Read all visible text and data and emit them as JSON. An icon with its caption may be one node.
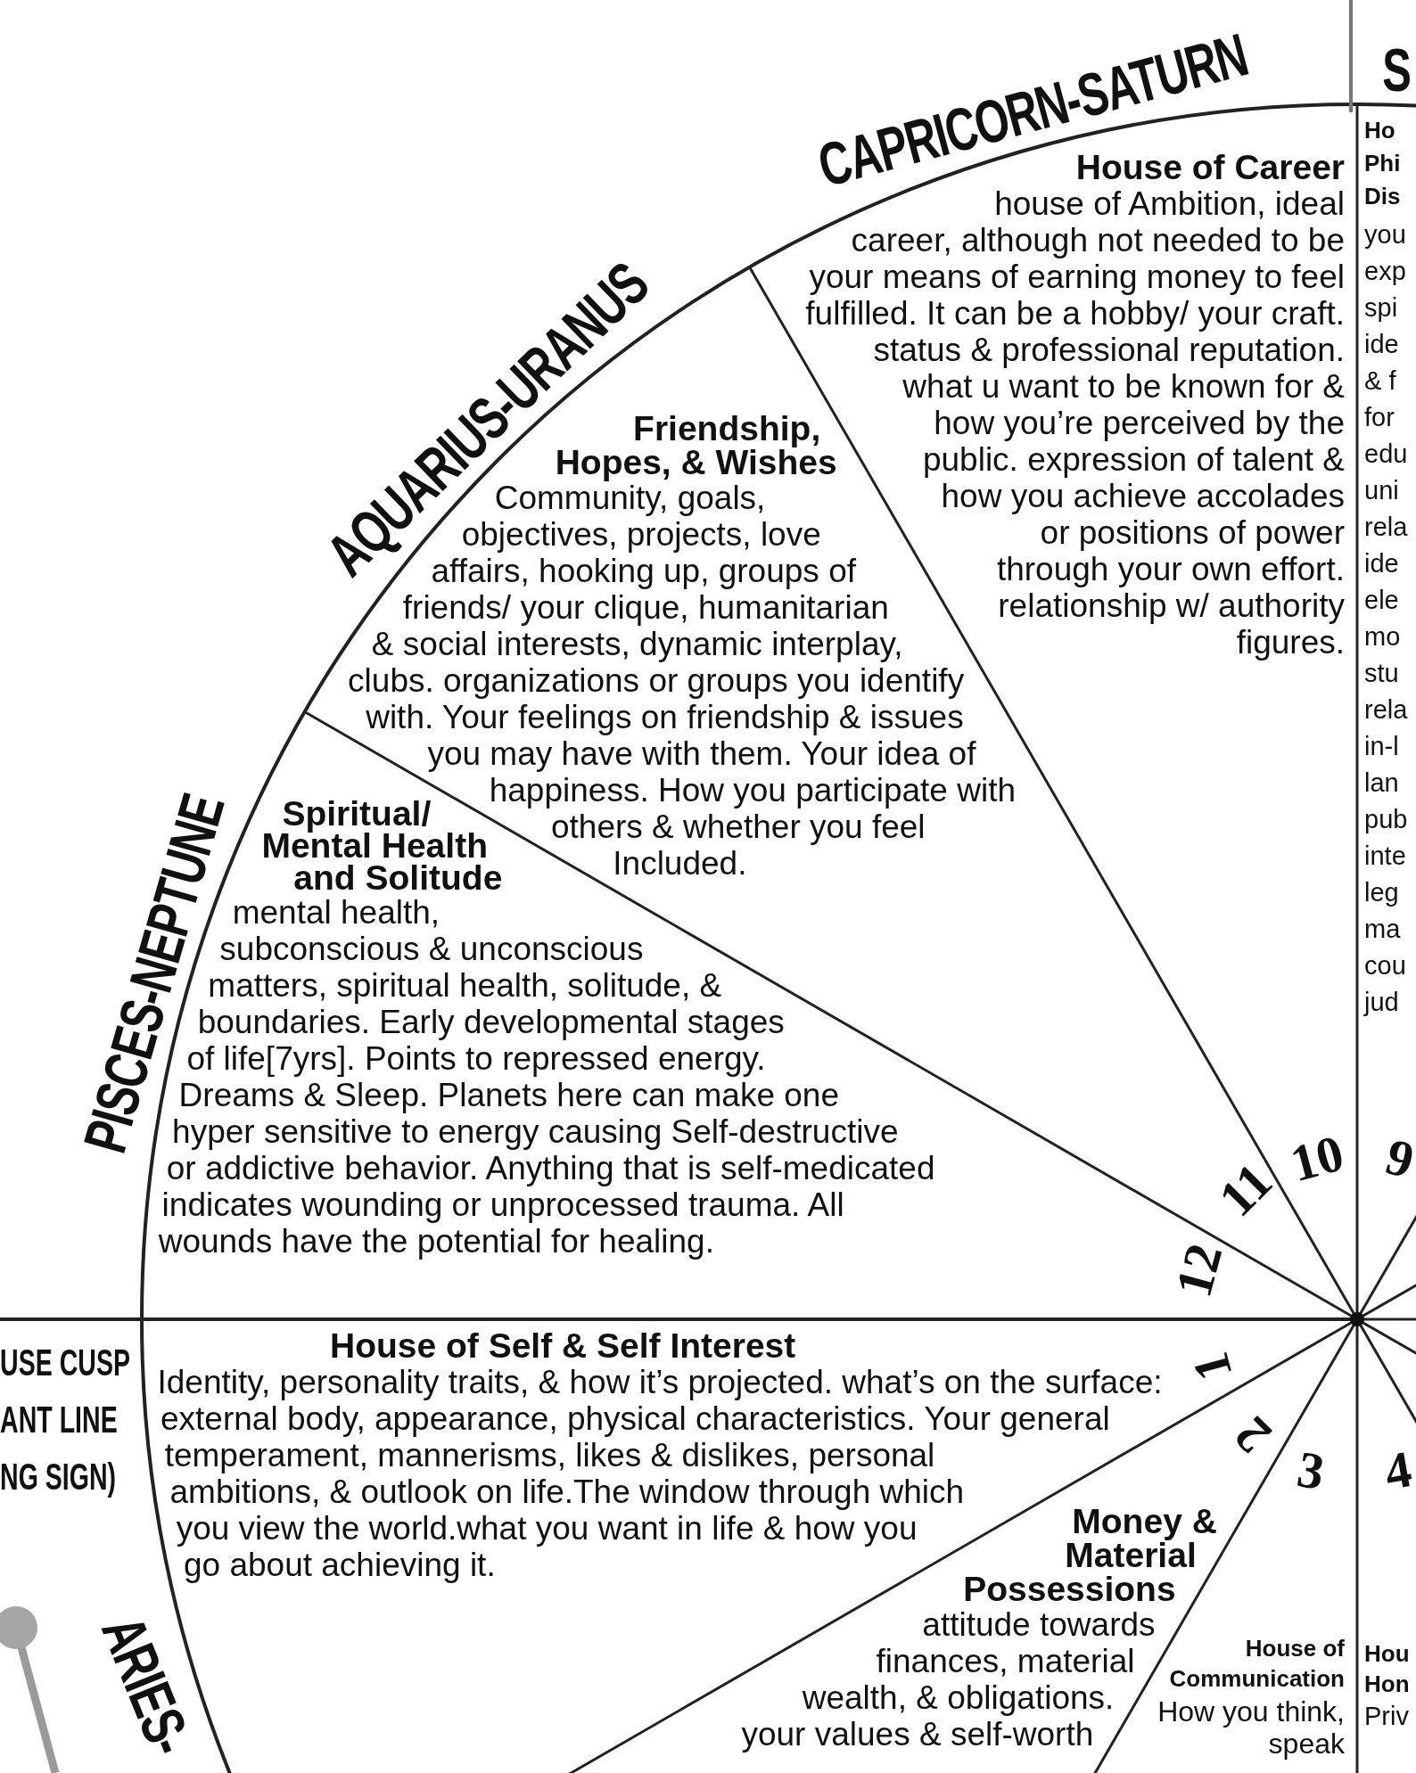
{
  "diagram": {
    "nodes": [
      {
        "text": [
          "House of Career",
          "house of Ambition, ideal career, although not needed to be your means of earning money to feel fulfilled. It can be a hobby/ your craft. status & professional reputation. what u want to be known for & how you’re perceived by the public. expression of talent & how you achieve accolades or positions of power through your own effort. relationship w/ authority figures."
        ]
      },
      {
        "text": [
          "Ho Phi Dis",
          "you exp spi ide & f for edu uni rela ide ele mo stu rela in-l lan pub inte leg ma cou jud"
        ]
      },
      {
        "text": [
          "Friendship, Hopes, & Wishes",
          "Community, goals, objectives, projects, love affairs, hooking up, groups of friends/ your clique, humanitarian & social interests, dynamic interplay, clubs. organizations or groups you identify with. Your feelings on friendship & issues you may have with them. Your idea of happiness. How you participate with others & whether you feel Included."
        ]
      },
      {
        "text": [
          "Spiritual/ Mental Health and Solitude",
          "mental health, subconscious & unconscious matters, spiritual health, solitude, & boundaries. Early developmental stages of life[7yrs]. Points to repressed energy. Dreams & Sleep. Planets here can make one hyper sensitive to energy causing Self-destructive or addictive behavior. Anything that is self-medicated indicates wounding or unprocessed trauma. All wounds have the potential for healing."
        ]
      },
      {
        "text": [
          "House of Self & Self Interest",
          "Identity, personality traits, & how it’s projected. what’s on the surface: external body, appearance, physical characteristics. Your general temperament, mannerisms, likes & dislikes, personal ambitions, & outlook on life.The window through which you view the world.what you want in life & how you go about achieving it."
        ]
      },
      {
        "text": [
          "Money & Material Possessions",
          "attitude towards finances, material wealth, & obligations. your values & self-worth"
        ]
      },
      {
        "text": [
          "House of Communication",
          "How you think, speak"
        ]
      },
      {
        "text": [
          "Hou Hon",
          "Priv"
        ]
      }
    ],
    "labels": [
      "CAPRICORN-SATURN",
      "S",
      "AQUARIUS-URANUS",
      "PISCES-NEPTUNE",
      "USE CUSP",
      "ANT LINE",
      "NG SIGN)",
      "ARIES-",
      "10",
      "9",
      "11",
      "12",
      "1",
      "2",
      "3",
      "4"
    ]
  }
}
